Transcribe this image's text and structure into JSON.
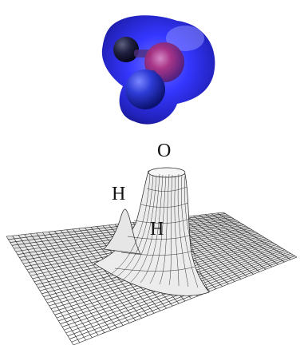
{
  "labels": {
    "oxygen": "O",
    "hydrogen_left": "H",
    "hydrogen_right": "H"
  },
  "colors": {
    "cloud": "#2a2cff",
    "cloud_dark": "#0a0a80",
    "oxygen_core": "#b0307a",
    "hydrogen_sphere": "#2d3bd6",
    "surface_fill": "#f4f4f4",
    "mesh_line": "#222222"
  },
  "icons": [
    "electron-density-cloud",
    "oxygen-atom",
    "hydrogen-atom"
  ]
}
